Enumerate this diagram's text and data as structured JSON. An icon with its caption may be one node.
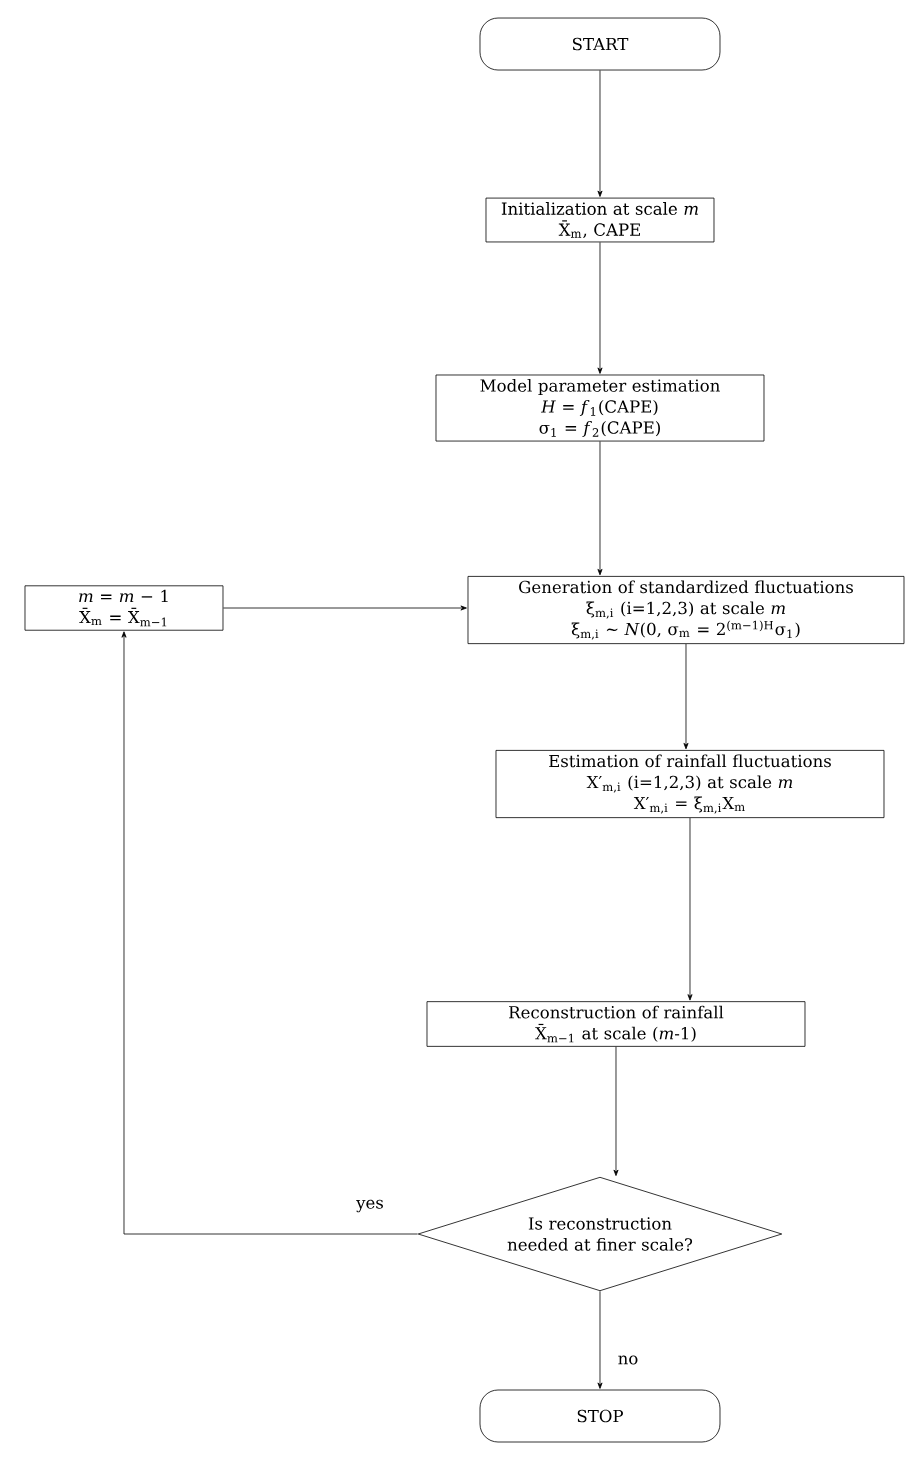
{
  "diagram": {
    "nodes": [
      {
        "text": [
          "START"
        ]
      },
      {
        "text": [
          "Initialization at scale *m*",
          "X̄$_{m}$, CAPE"
        ]
      },
      {
        "text": [
          "Model parameter estimation",
          "*H* = *f*$_{1}$(CAPE)",
          "σ$_{1}$ = *f*$_{2}$(CAPE)"
        ]
      },
      {
        "text": [
          "*m* = *m* − 1",
          "X̄$_{m}$ = X̄$_{m−1}$"
        ]
      },
      {
        "text": [
          "Generation of standardized fluctuations",
          "ξ$_{m,i}$ (i=1,2,3) at scale *m*",
          "ξ$_{m,i}$ ∼ *N*(0, σ$_{m}$ = 2$^{(m−1)H}$σ$_{1}$)"
        ]
      },
      {
        "text": [
          "Estimation of rainfall fluctuations",
          "X′$_{m,i}$ (i=1,2,3) at scale *m*",
          "X′$_{m,i}$ = ξ$_{m,i}$X$_{m}$"
        ]
      },
      {
        "text": [
          "Reconstruction of rainfall",
          "X̄$_{m−1}$ at scale (*m*-1)"
        ]
      },
      {
        "text": [
          "Is reconstruction needed at finer scale?"
        ]
      },
      {
        "text": [
          "STOP"
        ]
      }
    ],
    "edges": [
      {
        "from": 0,
        "to": 1,
        "arrow": "to"
      },
      {
        "from": 1,
        "to": 2,
        "arrow": "to"
      },
      {
        "from": 2,
        "to": 4,
        "arrow": "to"
      },
      {
        "from": 4,
        "to": 5,
        "arrow": "to"
      },
      {
        "from": 5,
        "to": 6,
        "arrow": "to"
      },
      {
        "from": 6,
        "to": 7,
        "arrow": "to"
      },
      {
        "from": 7,
        "to": 3,
        "arrow": "to",
        "label": "yes"
      },
      {
        "from": 3,
        "to": 4,
        "arrow": "to"
      },
      {
        "from": 7,
        "to": 8,
        "arrow": "to",
        "label": "no"
      }
    ]
  }
}
